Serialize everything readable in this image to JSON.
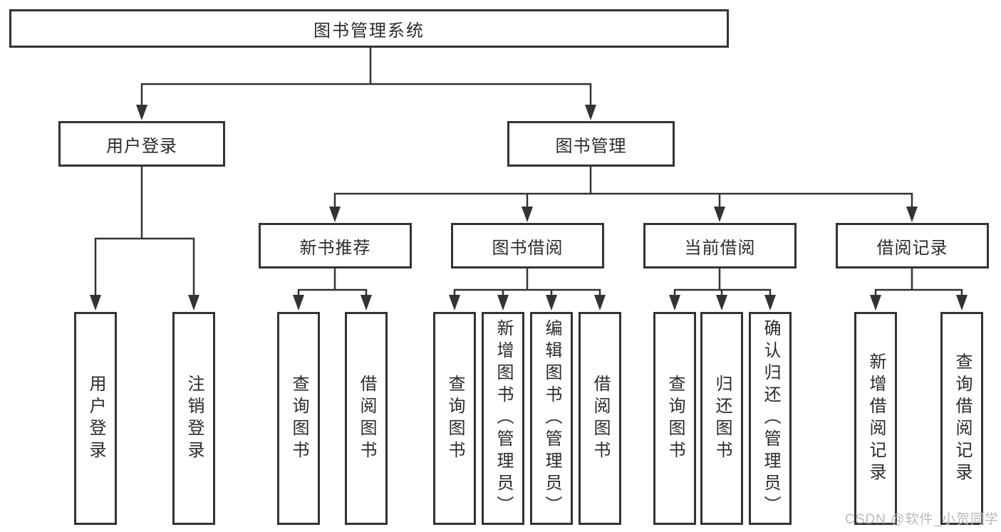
{
  "colors": {
    "line": "#333333",
    "box_border": "#333333",
    "text": "#2b2b2b",
    "watermark": "#b9b9b9",
    "background": "#ffffff"
  },
  "diagram": {
    "root": {
      "label": "图书管理系统"
    },
    "branches": [
      {
        "label": "用户登录",
        "children": [
          {
            "label": "用户登录"
          },
          {
            "label": "注销登录"
          }
        ]
      },
      {
        "label": "图书管理",
        "children": [
          {
            "label": "新书推荐",
            "children": [
              {
                "label": "查询图书"
              },
              {
                "label": "借阅图书"
              }
            ]
          },
          {
            "label": "图书借阅",
            "children": [
              {
                "label": "查询图书"
              },
              {
                "label": "新增图书（管理员）"
              },
              {
                "label": "编辑图书（管理员）"
              },
              {
                "label": "借阅图书"
              }
            ]
          },
          {
            "label": "当前借阅",
            "children": [
              {
                "label": "查询图书"
              },
              {
                "label": "归还图书"
              },
              {
                "label": "确认归还（管理员）"
              }
            ]
          },
          {
            "label": "借阅记录",
            "children": [
              {
                "label": "新增借阅记录"
              },
              {
                "label": "查询借阅记录"
              }
            ]
          }
        ]
      }
    ]
  },
  "watermark": {
    "text": "CSDN @软件_小贺同学"
  }
}
